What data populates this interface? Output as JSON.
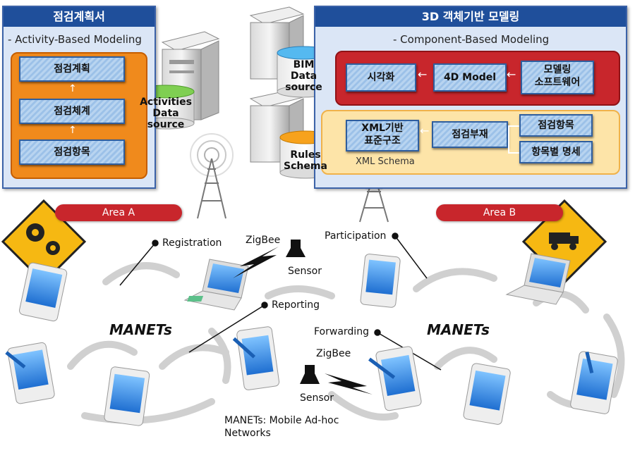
{
  "left_panel": {
    "title": "점검계획서",
    "subtitle": "- Activity-Based Modeling",
    "boxes": [
      "점검계획",
      "점검체계",
      "점검항목"
    ]
  },
  "right_panel": {
    "title": "3D 객체기반 모델링",
    "subtitle": "- Component-Based Modeling",
    "top_row": [
      "시각화",
      "4D Model",
      "모델링\n소프트웨어"
    ],
    "bottom_row": {
      "xml": "XML기반\n표준구조",
      "part": "점검부재",
      "items": "점검항목",
      "spec": "항목별 명세"
    },
    "schema_label": "XML Schema"
  },
  "data_sources": {
    "activities": "Activities\nData\nsource",
    "bim": "BIM\nData\nsource",
    "rules": "Rules\nSchema"
  },
  "areas": {
    "a": "Area A",
    "b": "Area B"
  },
  "network_labels": {
    "registration": "Registration",
    "zigbee_top": "ZigBee",
    "sensor_top": "Sensor",
    "participation": "Participation",
    "reporting": "Reporting",
    "forwarding": "Forwarding",
    "zigbee_bottom": "ZigBee",
    "sensor_bottom": "Sensor",
    "manets_left": "MANETs",
    "manets_right": "MANETs",
    "footnote": "MANETs: Mobile Ad-hoc\nNetworks"
  },
  "colors": {
    "panel_header": "#1f4f9b",
    "area_bar": "#c8262c",
    "orange": "#f08a1c"
  },
  "icons": [
    "server-icon",
    "database-icon",
    "antenna-tower-icon",
    "warning-gears-sign-icon",
    "warning-truck-sign-icon",
    "pda-icon",
    "laptop-icon",
    "sensor-icon",
    "lightning-icon"
  ]
}
